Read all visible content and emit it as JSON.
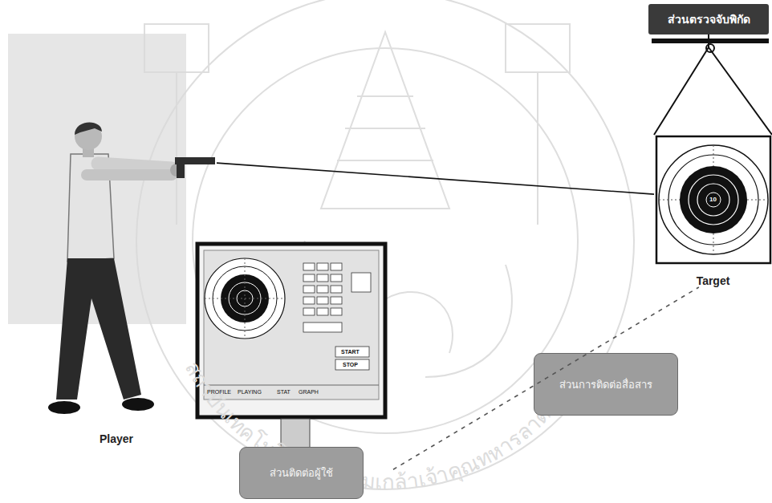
{
  "diagram": {
    "nodes": [
      {
        "text": [
          "ส่วนตรวจจับพิกัด"
        ]
      },
      {
        "text": [
          "Player"
        ]
      },
      {
        "text": [
          "Target"
        ]
      },
      {
        "text": [
          "Monitor"
        ]
      },
      {
        "text": [
          "ส่วนการติดต่อสื่อสาร"
        ]
      },
      {
        "text": [
          "ส่วนติดต่อผู้ใช้"
        ]
      }
    ],
    "edges": [
      {
        "from": 0,
        "to": 2,
        "arrow": "none"
      },
      {
        "from": 1,
        "to": 2,
        "arrow": "none"
      },
      {
        "from": 3,
        "to": 2,
        "arrow": "none"
      }
    ],
    "labels": [
      "10",
      "START",
      "STOP",
      "PROFILE",
      "PLAYING",
      "STAT",
      "GRAPH",
      "สถาบันเทคโนโลยีพระจอมเกล้าเจ้าคุณทหารลาดกระบัง"
    ]
  }
}
